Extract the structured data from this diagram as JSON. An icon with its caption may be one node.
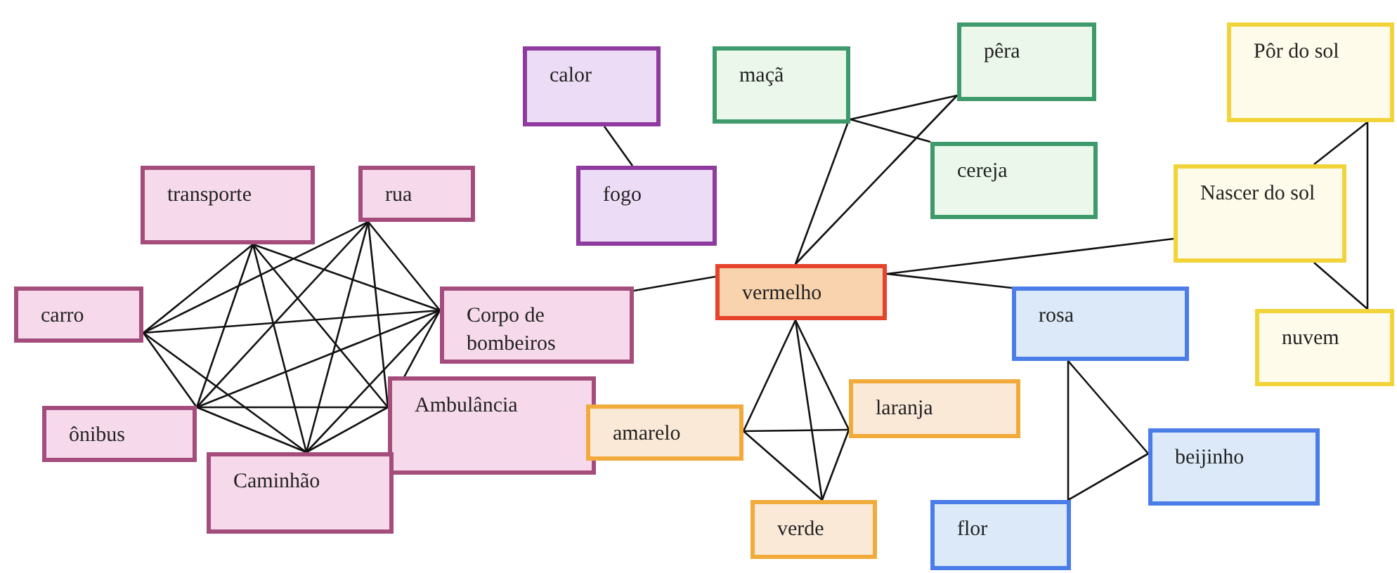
{
  "diagram": {
    "nodes": [
      {
        "text": [
          "calor"
        ]
      },
      {
        "text": [
          "maçã"
        ]
      },
      {
        "text": [
          "pêra"
        ]
      },
      {
        "text": [
          "Pôr do sol"
        ]
      },
      {
        "text": [
          "fogo"
        ]
      },
      {
        "text": [
          "cereja"
        ]
      },
      {
        "text": [
          "transporte"
        ]
      },
      {
        "text": [
          "rua"
        ]
      },
      {
        "text": [
          "Nascer do sol"
        ]
      },
      {
        "text": [
          "vermelho"
        ]
      },
      {
        "text": [
          "carro"
        ]
      },
      {
        "text": [
          "Corpo de bombeiros"
        ]
      },
      {
        "text": [
          "rosa"
        ]
      },
      {
        "text": [
          "nuvem"
        ]
      },
      {
        "text": [
          "Ambulância"
        ]
      },
      {
        "text": [
          "laranja"
        ]
      },
      {
        "text": [
          "amarelo"
        ]
      },
      {
        "text": [
          "ônibus"
        ]
      },
      {
        "text": [
          "beijinho"
        ]
      },
      {
        "text": [
          "Caminhão"
        ]
      },
      {
        "text": [
          "verde"
        ]
      },
      {
        "text": [
          "flor"
        ]
      }
    ],
    "edges": [
      {
        "from": 0,
        "to": 4,
        "arrow": "none"
      },
      {
        "from": 1,
        "to": 2,
        "arrow": "none"
      },
      {
        "from": 1,
        "to": 5,
        "arrow": "none"
      },
      {
        "from": 1,
        "to": 9,
        "arrow": "none"
      },
      {
        "from": 2,
        "to": 9,
        "arrow": "none"
      },
      {
        "from": 9,
        "to": 11,
        "arrow": "none"
      },
      {
        "from": 9,
        "to": 8,
        "arrow": "none"
      },
      {
        "from": 9,
        "to": 12,
        "arrow": "none"
      },
      {
        "from": 9,
        "to": 16,
        "arrow": "none"
      },
      {
        "from": 9,
        "to": 15,
        "arrow": "none"
      },
      {
        "from": 9,
        "to": 20,
        "arrow": "none"
      },
      {
        "from": 16,
        "to": 15,
        "arrow": "none"
      },
      {
        "from": 16,
        "to": 20,
        "arrow": "none"
      },
      {
        "from": 15,
        "to": 20,
        "arrow": "none"
      },
      {
        "from": 12,
        "to": 21,
        "arrow": "none"
      },
      {
        "from": 12,
        "to": 18,
        "arrow": "none"
      },
      {
        "from": 21,
        "to": 18,
        "arrow": "none"
      },
      {
        "from": 8,
        "to": 3,
        "arrow": "none"
      },
      {
        "from": 8,
        "to": 13,
        "arrow": "none"
      },
      {
        "from": 3,
        "to": 13,
        "arrow": "none"
      },
      {
        "from": 6,
        "to": 10,
        "arrow": "none"
      },
      {
        "from": 6,
        "to": 11,
        "arrow": "none"
      },
      {
        "from": 6,
        "to": 17,
        "arrow": "none"
      },
      {
        "from": 6,
        "to": 19,
        "arrow": "none"
      },
      {
        "from": 6,
        "to": 14,
        "arrow": "none"
      },
      {
        "from": 7,
        "to": 10,
        "arrow": "none"
      },
      {
        "from": 7,
        "to": 11,
        "arrow": "none"
      },
      {
        "from": 7,
        "to": 17,
        "arrow": "none"
      },
      {
        "from": 7,
        "to": 19,
        "arrow": "none"
      },
      {
        "from": 7,
        "to": 14,
        "arrow": "none"
      },
      {
        "from": 10,
        "to": 11,
        "arrow": "none"
      },
      {
        "from": 10,
        "to": 17,
        "arrow": "none"
      },
      {
        "from": 10,
        "to": 19,
        "arrow": "none"
      },
      {
        "from": 11,
        "to": 17,
        "arrow": "none"
      },
      {
        "from": 11,
        "to": 19,
        "arrow": "none"
      },
      {
        "from": 11,
        "to": 14,
        "arrow": "none"
      },
      {
        "from": 17,
        "to": 19,
        "arrow": "none"
      },
      {
        "from": 17,
        "to": 14,
        "arrow": "none"
      },
      {
        "from": 19,
        "to": 14,
        "arrow": "none"
      }
    ]
  }
}
